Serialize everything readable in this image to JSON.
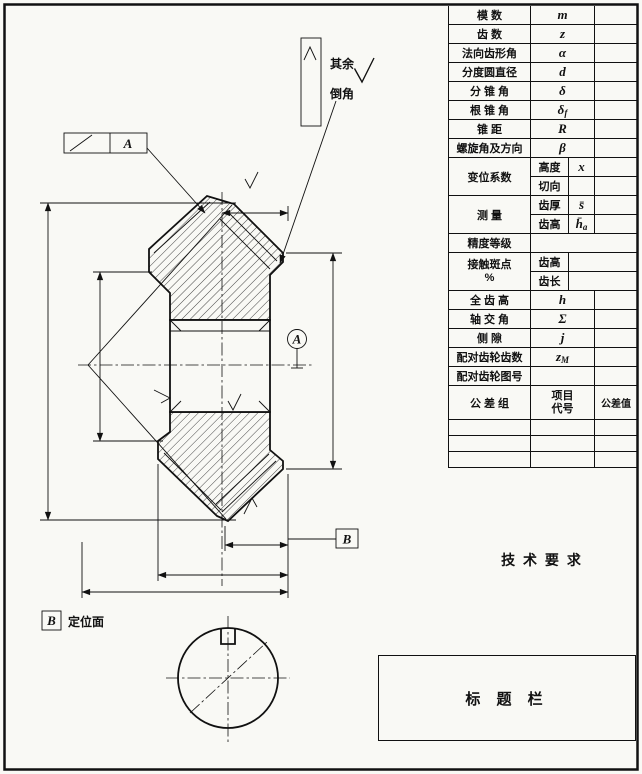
{
  "drawing": {
    "datum_a": "A",
    "datum_b": "B",
    "target_a": "A",
    "legend_b": "B",
    "legend_text": "定位面",
    "others_label": "其余",
    "chamfer_label": "倒角"
  },
  "table": {
    "rows": [
      {
        "label": "模  数",
        "sym": "m"
      },
      {
        "label": "齿  数",
        "sym": "z"
      },
      {
        "label": "法向齿形角",
        "sym": "α"
      },
      {
        "label": "分度圆直径",
        "sym": "d"
      },
      {
        "label": "分 锥 角",
        "sym": "δ"
      },
      {
        "label": "根 锥 角",
        "sym": "δ",
        "sym_sub": "f"
      },
      {
        "label": "锥  距",
        "sym": "R"
      },
      {
        "label": "螺旋角及方向",
        "sym": "β"
      }
    ],
    "shift": {
      "label": "变位系数",
      "rows": [
        {
          "name": "高度",
          "sym": "x"
        },
        {
          "name": "切向",
          "sym": ""
        }
      ]
    },
    "measure": {
      "label": "测  量",
      "rows": [
        {
          "name": "齿厚",
          "sym": "s̄"
        },
        {
          "name": "齿高",
          "sym": "h̄",
          "sym_sub": "a"
        }
      ]
    },
    "accuracy": {
      "label": "精度等级"
    },
    "contact": {
      "label1": "接触斑点",
      "label2": "%",
      "rows": [
        {
          "name": "齿高"
        },
        {
          "name": "齿长"
        }
      ]
    },
    "rows2": [
      {
        "label": "全 齿 高",
        "sym": "h"
      },
      {
        "label": "轴 交 角",
        "sym": "Σ"
      },
      {
        "label": "侧  隙",
        "sym": "j"
      },
      {
        "label": "配对齿轮齿数",
        "sym": "z",
        "sym_sub": "M"
      },
      {
        "label": "配对齿轮图号",
        "sym": ""
      }
    ],
    "tolerance": {
      "label": "公 差 组",
      "item1": "项目",
      "item2": "代号",
      "value_col": "公差值"
    }
  },
  "notes": {
    "tech_req": "技 术 要 求",
    "title_block": "标  题  栏"
  }
}
